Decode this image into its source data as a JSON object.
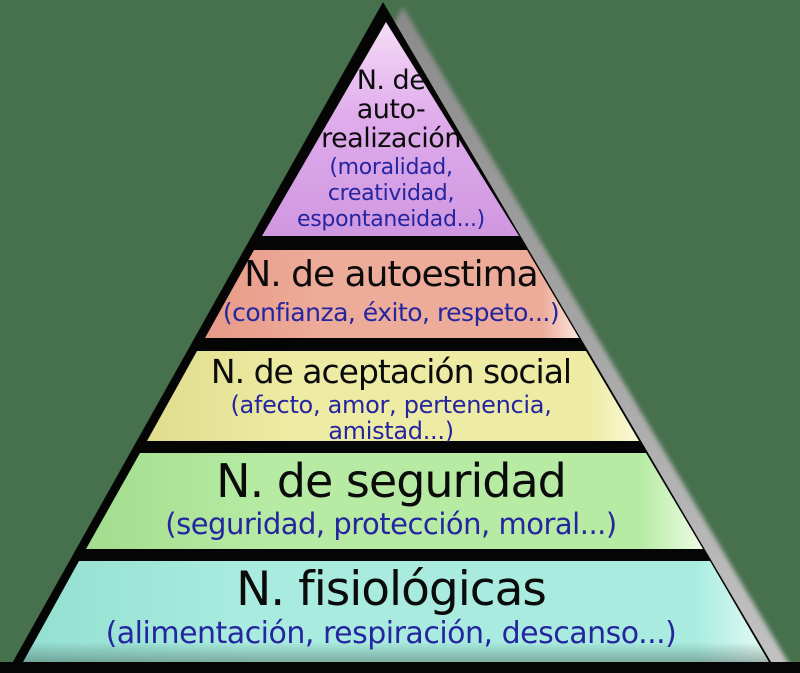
{
  "background_color": "#47704d",
  "outline_color": "#050505",
  "shadow_top_color": "#8a8a8a",
  "shadow_bottom_color": "#c2c2c2",
  "title_color": "#0b0b0b",
  "subtitle_color": "#2525a0",
  "levels": [
    {
      "title_lines": [
        "N. de",
        "auto-",
        "realización"
      ],
      "subtitle_lines": [
        "(moralidad,",
        "creatividad,",
        "espontaneidad...)"
      ],
      "fill_light": "#f5dcf6",
      "fill_main": "#e0acec",
      "fill_dark": "#cf97e0"
    },
    {
      "title_lines": [
        "N. de autoestima"
      ],
      "subtitle_lines": [
        "(confianza, éxito, respeto...)"
      ],
      "fill_dark": "#e79a87",
      "fill_main": "#edab99",
      "fill_light": "#fbe7de"
    },
    {
      "title_lines": [
        "N. de aceptación social"
      ],
      "subtitle_lines": [
        "(afecto, amor, pertenencia,",
        "amistad...)"
      ],
      "fill_dark": "#dfdc8d",
      "fill_main": "#eeeca4",
      "fill_light": "#fbf9d8"
    },
    {
      "title_lines": [
        "N. de seguridad"
      ],
      "subtitle_lines": [
        "(seguridad, protección, moral...)"
      ],
      "fill_dark": "#a3dd8e",
      "fill_main": "#b7eba4",
      "fill_light": "#eefce5"
    },
    {
      "title_lines": [
        "N. fisiológicas"
      ],
      "subtitle_lines": [
        "(alimentación, respiración, descanso...)"
      ],
      "fill_dark": "#93dfd0",
      "fill_main": "#a9ecdf",
      "fill_light": "#e8fcf7"
    }
  ]
}
